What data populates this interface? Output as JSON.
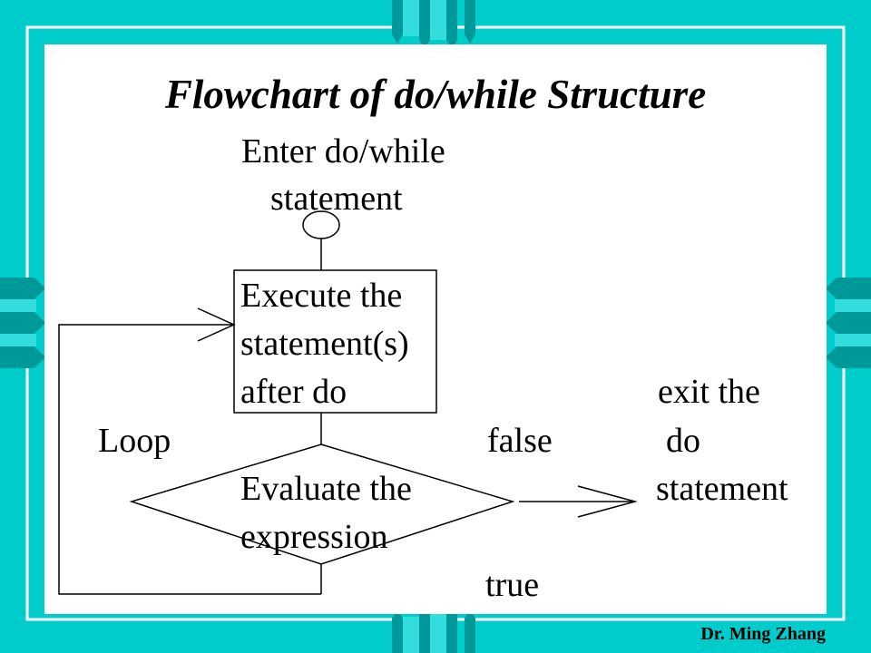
{
  "slide": {
    "title": "Flowchart of do/while Structure",
    "entry_label_line1": "Enter do/while",
    "entry_label_line2": "statement",
    "process_line1": "Execute the",
    "process_line2": "statement(s)",
    "process_line3": "after do",
    "decision_line1": "Evaluate the",
    "decision_line2": "expression",
    "loop_label": "Loop",
    "false_label": "false",
    "true_label": "true",
    "exit_line1": "exit the",
    "exit_line2": "do",
    "exit_line3": "statement",
    "author": "Dr. Ming Zhang"
  },
  "colors": {
    "background": "#00cccc",
    "panel": "#ffffff",
    "frame_line": "#ffffff",
    "ornament_light": "#33dddd",
    "ornament_dark": "#009999",
    "text": "#000000"
  }
}
